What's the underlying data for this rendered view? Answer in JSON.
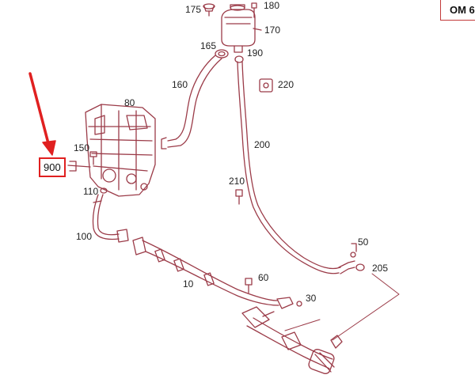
{
  "diagram": {
    "model_code": "OM 6",
    "highlighted_part": "900",
    "callouts": {
      "p175": "175",
      "p180": "180",
      "p170": "170",
      "p165": "165",
      "p190": "190",
      "p160": "160",
      "p220": "220",
      "p80": "80",
      "p150": "150",
      "p200": "200",
      "p210": "210",
      "p110": "110",
      "p100": "100",
      "p50": "50",
      "p205": "205",
      "p60": "60",
      "p10": "10",
      "p30": "30"
    },
    "colors": {
      "parts_line": "#9b3b48",
      "arrow_red": "#e02020"
    }
  }
}
